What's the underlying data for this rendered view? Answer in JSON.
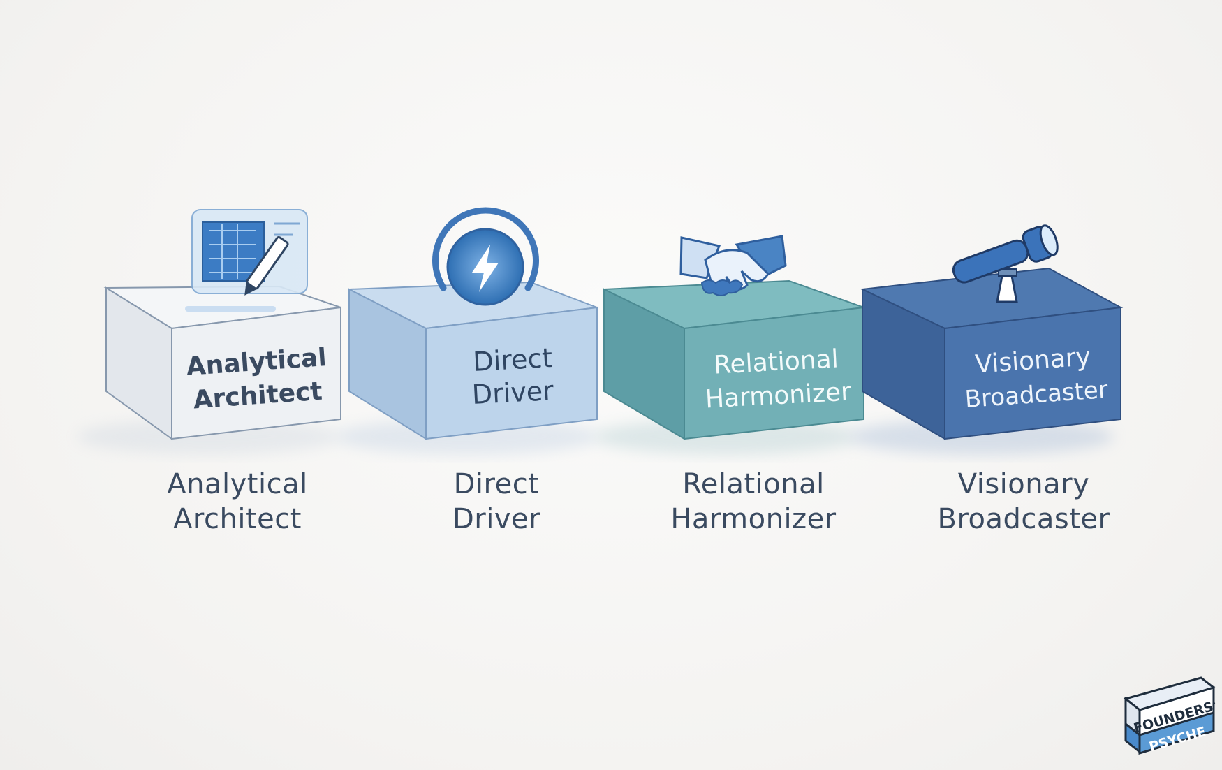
{
  "boxes": [
    {
      "id": "analytical-architect",
      "face_line1": "Analytical",
      "face_line2": "Architect",
      "label_line1": "Analytical",
      "label_line2": "Architect",
      "icon": "blueprint-pencil-icon",
      "colors": {
        "top": "#f4f6f8",
        "front": "#e9edf1",
        "side": "#dfe4ea",
        "text": "#3a4a60"
      }
    },
    {
      "id": "direct-driver",
      "face_line1": "Direct",
      "face_line2": "Driver",
      "label_line1": "Direct",
      "label_line2": "Driver",
      "icon": "lightning-bolt-icon",
      "colors": {
        "top": "#c9dcef",
        "front": "#bcd3ea",
        "side": "#a9c4e0",
        "text": "#2f4562"
      }
    },
    {
      "id": "relational-harmonizer",
      "face_line1": "Relational",
      "face_line2": "Harmonizer",
      "label_line1": "Relational",
      "label_line2": "Harmonizer",
      "icon": "handshake-icon",
      "colors": {
        "top": "#7fbcc0",
        "front": "#72b0b6",
        "side": "#5e9ea6",
        "text": "#f4fbfb"
      }
    },
    {
      "id": "visionary-broadcaster",
      "face_line1": "Visionary",
      "face_line2": "Broadcaster",
      "label_line1": "Visionary",
      "label_line2": "Broadcaster",
      "icon": "telescope-icon",
      "colors": {
        "top": "#4f79b0",
        "front": "#4a74ad",
        "side": "#3d6399",
        "text": "#eef4fb"
      }
    }
  ],
  "logo": {
    "line1": "FOUNDERS'",
    "line2": "PSYCHE",
    "colors": {
      "top": "#ffffff",
      "bottom": "#5b9bd5",
      "outline": "#1f2d3d"
    }
  }
}
